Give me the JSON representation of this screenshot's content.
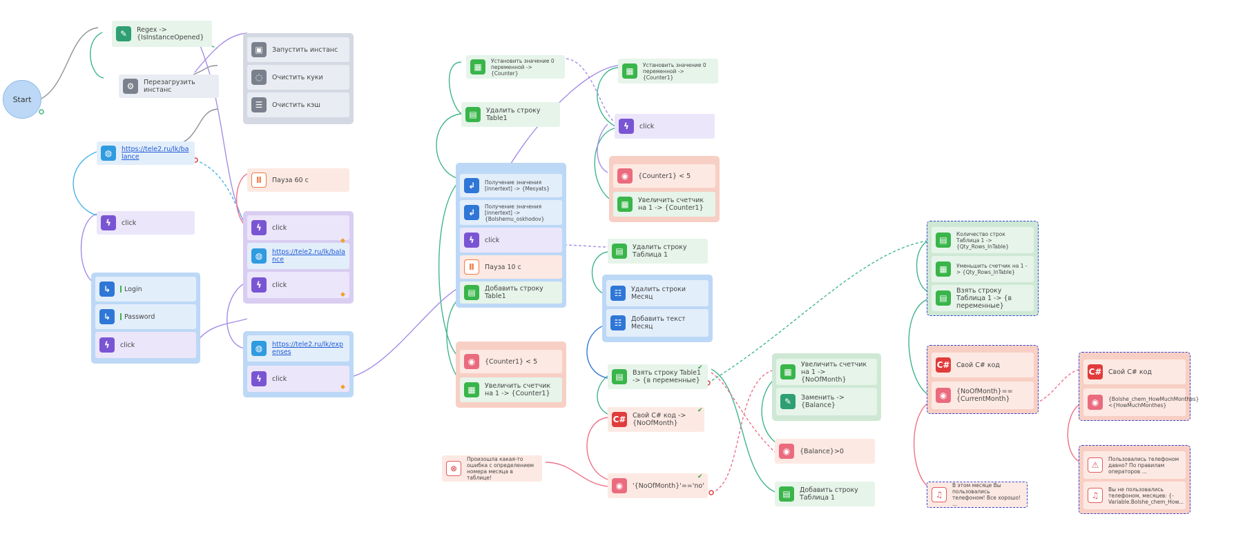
{
  "start": {
    "label": "Start"
  },
  "icons": {
    "regex": "pencil-icon",
    "instance": "window-icon",
    "gear": "gear-icon",
    "cookie": "cookie-icon",
    "cache": "cache-icon",
    "globe": "globe-icon",
    "click": "lightning-icon",
    "pause": "pause-icon",
    "variable": "grid-icon",
    "table": "table-icon",
    "list": "list-icon",
    "csharp": "csharp-icon",
    "condition": "toggle-icon",
    "input": "input-arrow-icon",
    "error": "error-icon",
    "alert": "bell-icon"
  },
  "colors": {
    "green_wire": "#3fb58c",
    "gray_wire": "#8c9099",
    "purple_wire": "#a58be6",
    "blue_wire": "#45b2e8",
    "red_wire": "#ee6f86",
    "accent_blue": "#2b41d6"
  },
  "nodes": {
    "regex": "Regex -> {IsInstanceOpened}",
    "restart_instance": "Перезагрузить инстанс",
    "launch_instance": "Запустить инстанс",
    "clear_cookies": "Очистить куки",
    "clear_cache": "Очистить кэш",
    "url_balance": "https://tele2.ru/lk/balance",
    "click_1": "click",
    "pause_60": "Пауза 60 с",
    "click_2": "click",
    "url_balance_2": "https://tele2.ru/lk/balance",
    "click_3": "click",
    "login": "Login",
    "password": "Password",
    "click_4": "click",
    "url_expenses": "https://tele2.ru/lk/expenses",
    "click_5": "click",
    "set_counter_0": "Установить значение 0 переменной -> {Counter}",
    "delete_row_table1": "Удалить строку Table1",
    "get_value_1": "Получение значения [innertext] -> {Mesyats}",
    "get_value_2": "Получение значения [innertext] -> {Bolshemu_oskhodov}",
    "click_6": "click",
    "pause_10": "Пауза 10 с",
    "add_row_table1": "Добавить строку Table1",
    "counter_lt5_a": "{Counter1} < 5",
    "increment_counter_a": "Увеличить счетчик на 1 -> {Counter1}",
    "set_counter_0_b": "Установить значение 0 переменной -> {Counter1}",
    "click_7": "click",
    "counter_lt5_b": "{Counter1} < 5",
    "increment_counter_b": "Увеличить счетчик на 1 -> {Counter1}",
    "delete_row_table_1": "Удалить строку Таблица 1",
    "delete_lines_month": "Удалить строки Месяц",
    "add_text_month": "Добавить текст Месяц",
    "take_row_table1": "Взять строку Table1 -> {в переменные}",
    "csharp_month": "Свой C# код -> {NoOfMonth}",
    "month_eq_no": "'{NoOfMonth}'=='no'",
    "error_note": "Произошла какая-то ошибка с определением номера месяца в таблице!",
    "increment_month": "Увеличить счетчик на 1 -> {NoOfMonth}",
    "replace_balance": "Заменить -> {Balance}",
    "balance_gt0": "{Balance}>0",
    "add_row_table_1": "Добавить строку Таблица 1",
    "rows_count": "Количество строк Таблица 1 -> {Qty_Rows_InTable}",
    "decrement_counter": "Уменьшить счетчик на 1 -> {Qty_Rows_InTable}",
    "take_row_table_1": "Взять строку Таблица 1 -> {в переменные}",
    "csharp_own": "Свой C# код",
    "month_eq_current": "{NoOfMonth}== {CurrentMonth}",
    "alert_month": "В этом месяце Вы пользовались телефоном! Все хорошо! ...",
    "csharp_own_2": "Свой C# код",
    "howmuch": "{Bolshe_chem_HowMuchMonthes}<{HowMuchMonthes}",
    "warn_phone": "Пользовались телефоном давно? По правилам операторов ...",
    "alert_unused": "Вы не пользовались телефоном, месяцев: {-Variable.Bolshe_chem_How..."
  }
}
